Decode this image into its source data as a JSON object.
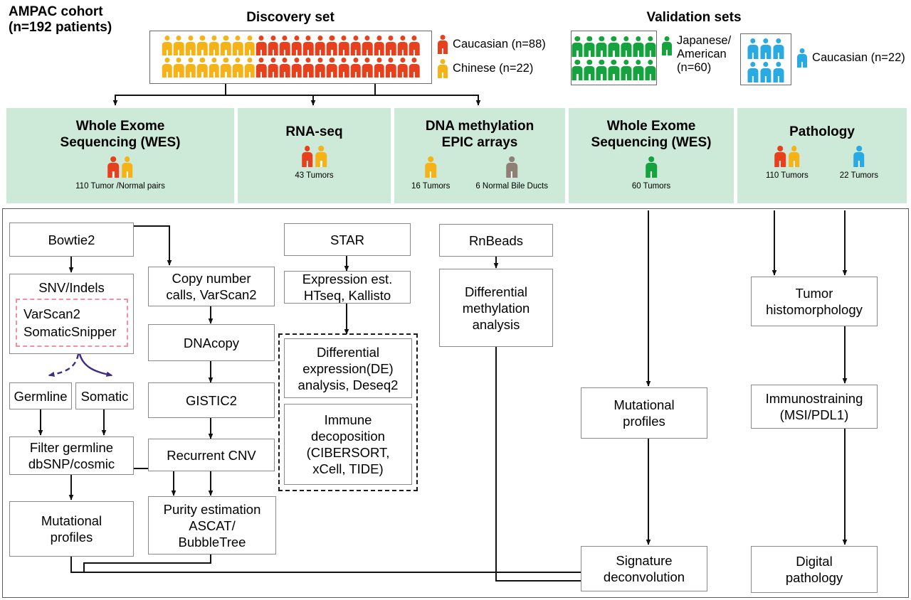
{
  "colors": {
    "red": "#e8401c",
    "yellow": "#f5b317",
    "green": "#14a33c",
    "blue": "#29aae2",
    "grey": "#8e8076",
    "assay_bg": "#cde9d7",
    "pink_dash": "#f2919f",
    "purple_arrow": "#4a2d8c"
  },
  "cohort": {
    "title": "AMPAC cohort\n(n=192 patients)"
  },
  "discovery": {
    "title": "Discovery set",
    "rows": [
      {
        "yellow": 8,
        "red": 14
      },
      {
        "yellow": 8,
        "red": 14
      }
    ],
    "legend": [
      {
        "color_key": "red",
        "label": "Caucasian (n=88)"
      },
      {
        "color_key": "yellow",
        "label": "Chinese (n=22)"
      }
    ]
  },
  "validation": {
    "title": "Validation sets",
    "sets": [
      {
        "rows": [
          {
            "green": 7
          },
          {
            "green": 7
          }
        ],
        "legend_label": "Japanese/\nAmerican\n(n=60)",
        "color_key": "green"
      },
      {
        "rows": [
          {
            "blue": 3
          },
          {
            "blue": 3
          }
        ],
        "legend_label": "Caucasian (n=22)",
        "color_key": "blue"
      }
    ]
  },
  "assays": [
    {
      "title": "Whole Exome\nSequencing (WES)",
      "icon_groups": [
        {
          "icons": [
            "red",
            "yellow"
          ],
          "caption": "110 Tumor /Normal pairs"
        }
      ]
    },
    {
      "title": "RNA-seq",
      "icon_groups": [
        {
          "icons": [
            "red",
            "yellow"
          ],
          "caption": "43 Tumors"
        }
      ]
    },
    {
      "title": "DNA methylation\nEPIC arrays",
      "icon_groups": [
        {
          "icons": [
            "yellow"
          ],
          "caption": "16 Tumors"
        },
        {
          "icons": [
            "grey"
          ],
          "caption": "6 Normal Bile Ducts"
        }
      ]
    },
    {
      "title": "Whole Exome\nSequencing (WES)",
      "icon_groups": [
        {
          "icons": [
            "green"
          ],
          "caption": "60 Tumors"
        }
      ]
    },
    {
      "title": "Pathology",
      "icon_groups": [
        {
          "icons": [
            "red",
            "yellow"
          ],
          "caption": "110 Tumors"
        },
        {
          "icons": [
            "blue"
          ],
          "caption": "22 Tumors"
        }
      ]
    }
  ],
  "workflow": {
    "nodes": {
      "bowtie2": "Bowtie2",
      "snv_indels": "SNV/Indels",
      "snv_tools": "VarScan2\nSomaticSnipper",
      "germline": "Germline",
      "somatic": "Somatic",
      "filter_germline": "Filter germline\ndbSNP/cosmic",
      "mutational_profiles_left": "Mutational\nprofiles",
      "copy_number": "Copy number\ncalls, VarScan2",
      "dnacopy": "DNAcopy",
      "gistic2": "GISTIC2",
      "recurrent_cnv": "Recurrent CNV",
      "purity": "Purity estimation\nASCAT/\nBubbleTree",
      "star": "STAR",
      "expression_est": "Expression est.\nHTseq, Kallisto",
      "de_analysis": "Differential\nexpression(DE)\nanalysis, Deseq2",
      "immune_decomp": "Immune\ndecoposition\n(CIBERSORT,\nxCell, TIDE)",
      "rnbeads": "RnBeads",
      "diff_methylation": "Differential\nmethylation\nanalysis",
      "mutational_profiles_mid": "Mutational\nprofiles",
      "signature_deconv": "Signature\ndeconvolution",
      "tumor_histo": "Tumor\nhistomorphology",
      "immunostaining": "Immunostraining\n(MSI/PDL1)",
      "digital_pathology": "Digital\npathology"
    }
  }
}
